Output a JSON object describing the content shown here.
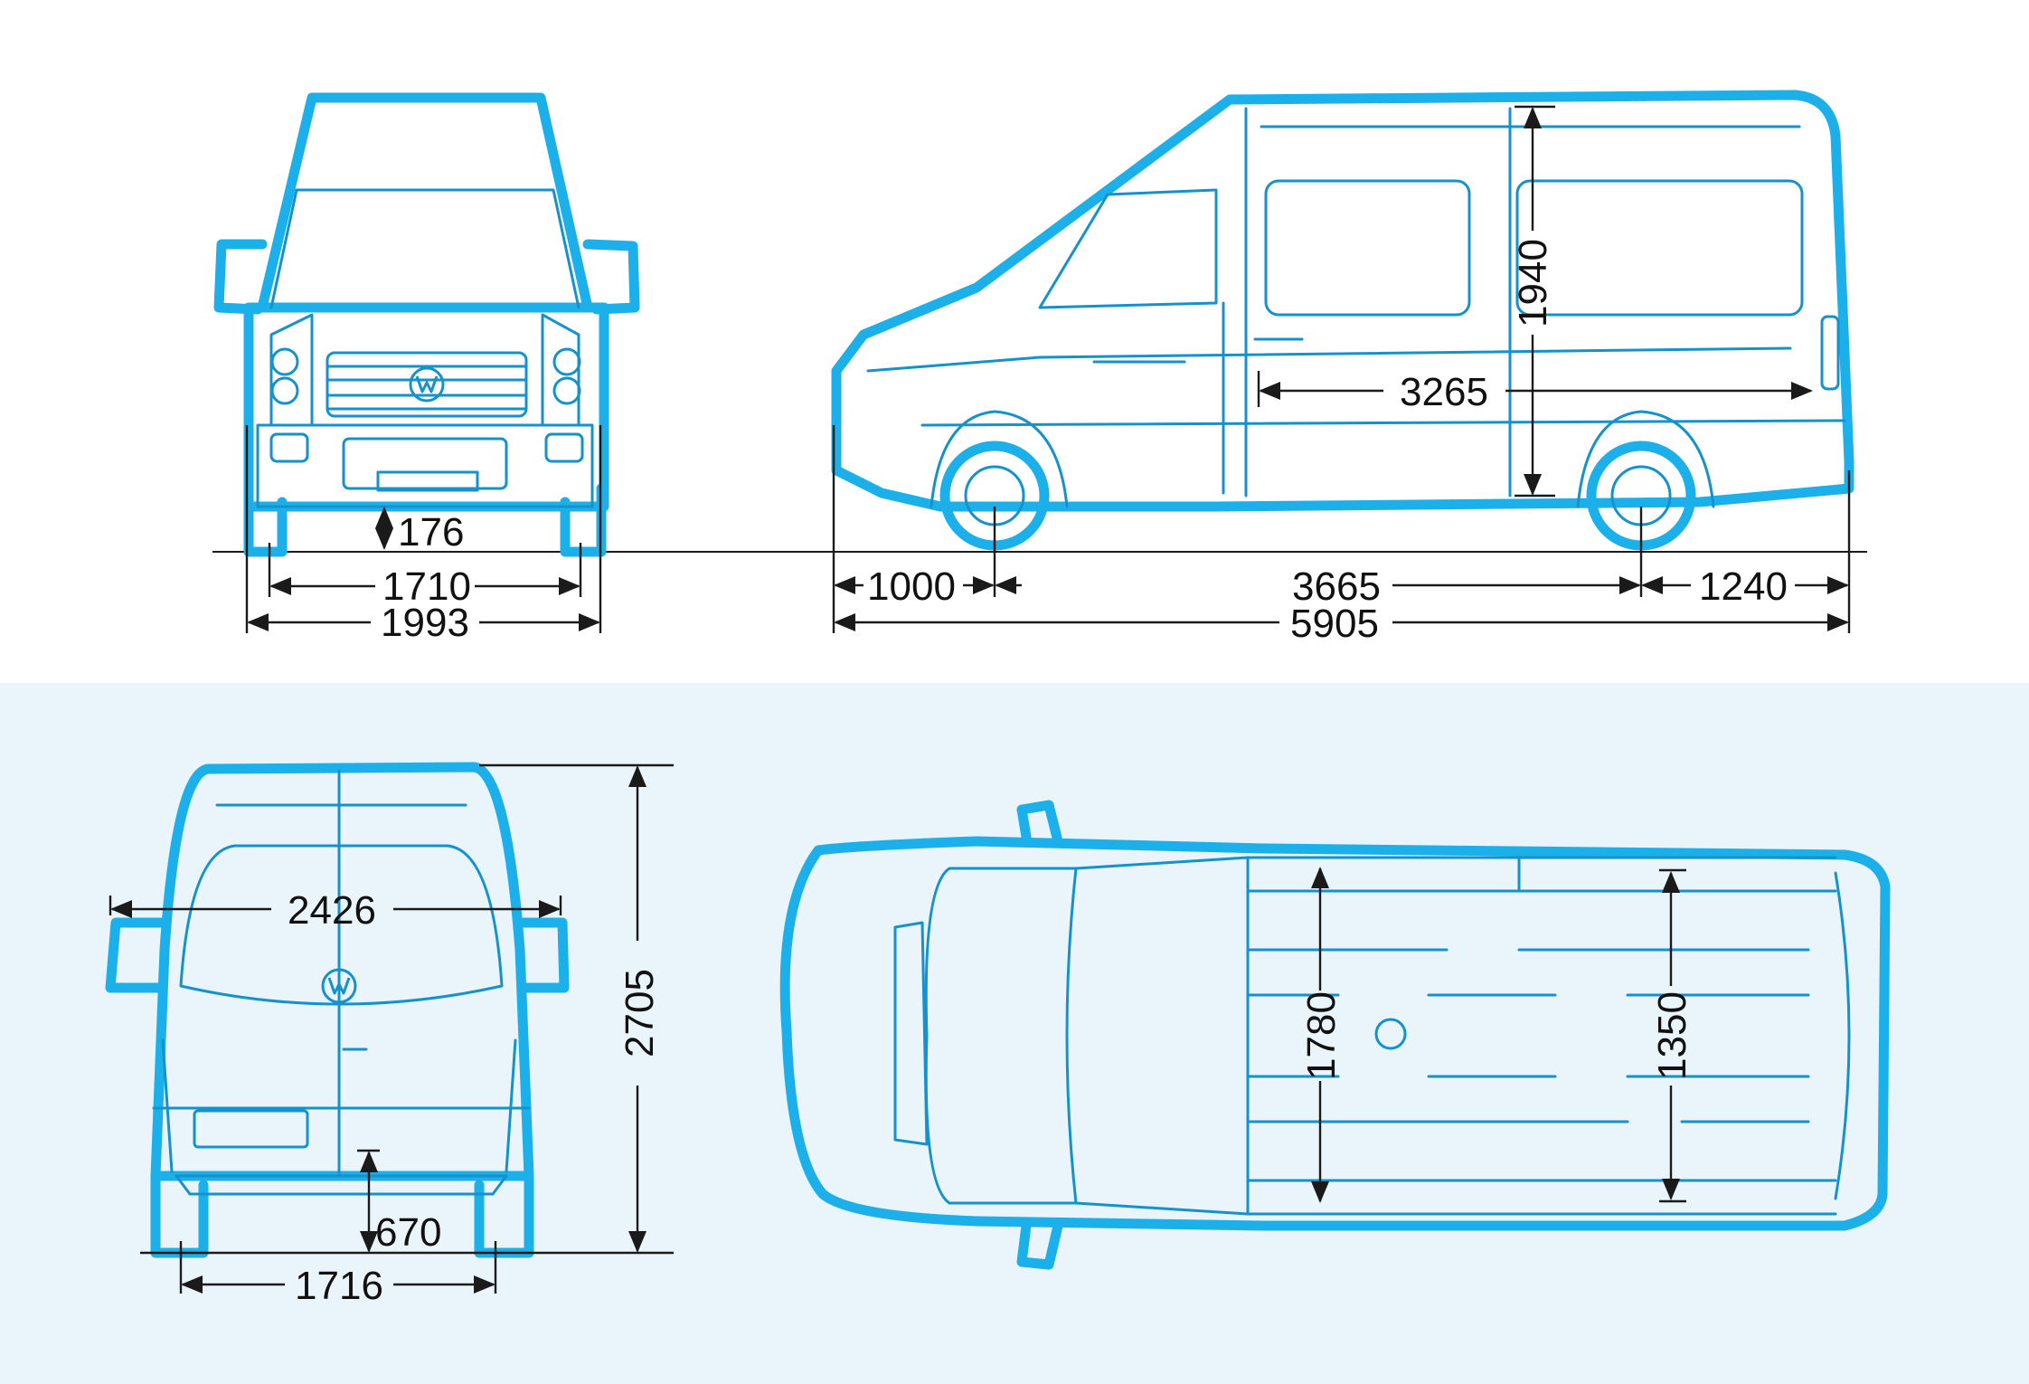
{
  "colors": {
    "van_outline": "#1bb0ea",
    "van_detail": "#1592cc",
    "dimension_line": "#1a1a1a",
    "top_background": "#ffffff",
    "bottom_background": "#e9f5fb"
  },
  "views": [
    "front",
    "side",
    "rear",
    "top"
  ],
  "dimensions": {
    "front": {
      "ground_clearance": "176",
      "track_width": "1710",
      "overall_width": "1993"
    },
    "side": {
      "cargo_length": "3265",
      "cargo_height": "1940",
      "front_overhang": "1000",
      "wheelbase": "3665",
      "rear_overhang": "1240",
      "overall_length": "5905"
    },
    "rear": {
      "width_with_mirrors": "2426",
      "overall_height": "2705",
      "loading_height": "670",
      "rear_track": "1716"
    },
    "top": {
      "cargo_width": "1780",
      "width_between_wheel_arches": "1350"
    }
  },
  "icons": [
    "vw-logo-icon"
  ]
}
